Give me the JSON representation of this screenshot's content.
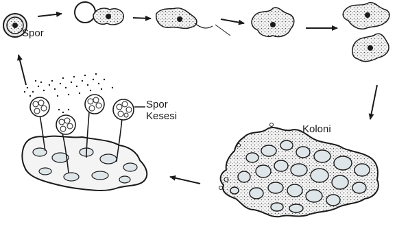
{
  "diagram": {
    "labels": {
      "spore": "Spor",
      "spore_sac_line1": "Spor",
      "spore_sac_line2": "Kesesi",
      "colony": "Koloni"
    },
    "colors": {
      "ink": "#1a1a1a",
      "cell_fill": "#f2f2f2",
      "cytoplasm_dots": "#555555",
      "cavity_fill": "#dfe6ea",
      "background": "#ffffff"
    }
  }
}
